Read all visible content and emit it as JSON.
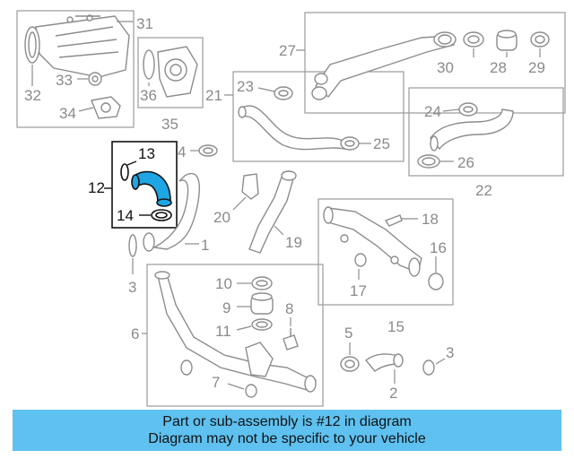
{
  "diagram": {
    "highlight_color": "#1ea5e3",
    "callouts": {
      "c1": "1",
      "c2": "2",
      "c3a": "3",
      "c3b": "3",
      "c4": "4",
      "c5": "5",
      "c6": "6",
      "c7": "7",
      "c8": "8",
      "c9": "9",
      "c10": "10",
      "c11": "11",
      "c12": "12",
      "c13": "13",
      "c14": "14",
      "c15": "15",
      "c16": "16",
      "c17": "17",
      "c18": "18",
      "c19": "19",
      "c20": "20",
      "c21": "21",
      "c22": "22",
      "c23": "23",
      "c24": "24",
      "c25": "25",
      "c26": "26",
      "c27": "27",
      "c28": "28",
      "c29": "29",
      "c30": "30",
      "c31": "31",
      "c32": "32",
      "c33": "33",
      "c34": "34",
      "c35": "35",
      "c36": "36"
    }
  },
  "banner": {
    "color": "#5ec1f0",
    "line1": "Part or sub-assembly is #12 in diagram",
    "line2": "Diagram may not be specific to your vehicle"
  }
}
